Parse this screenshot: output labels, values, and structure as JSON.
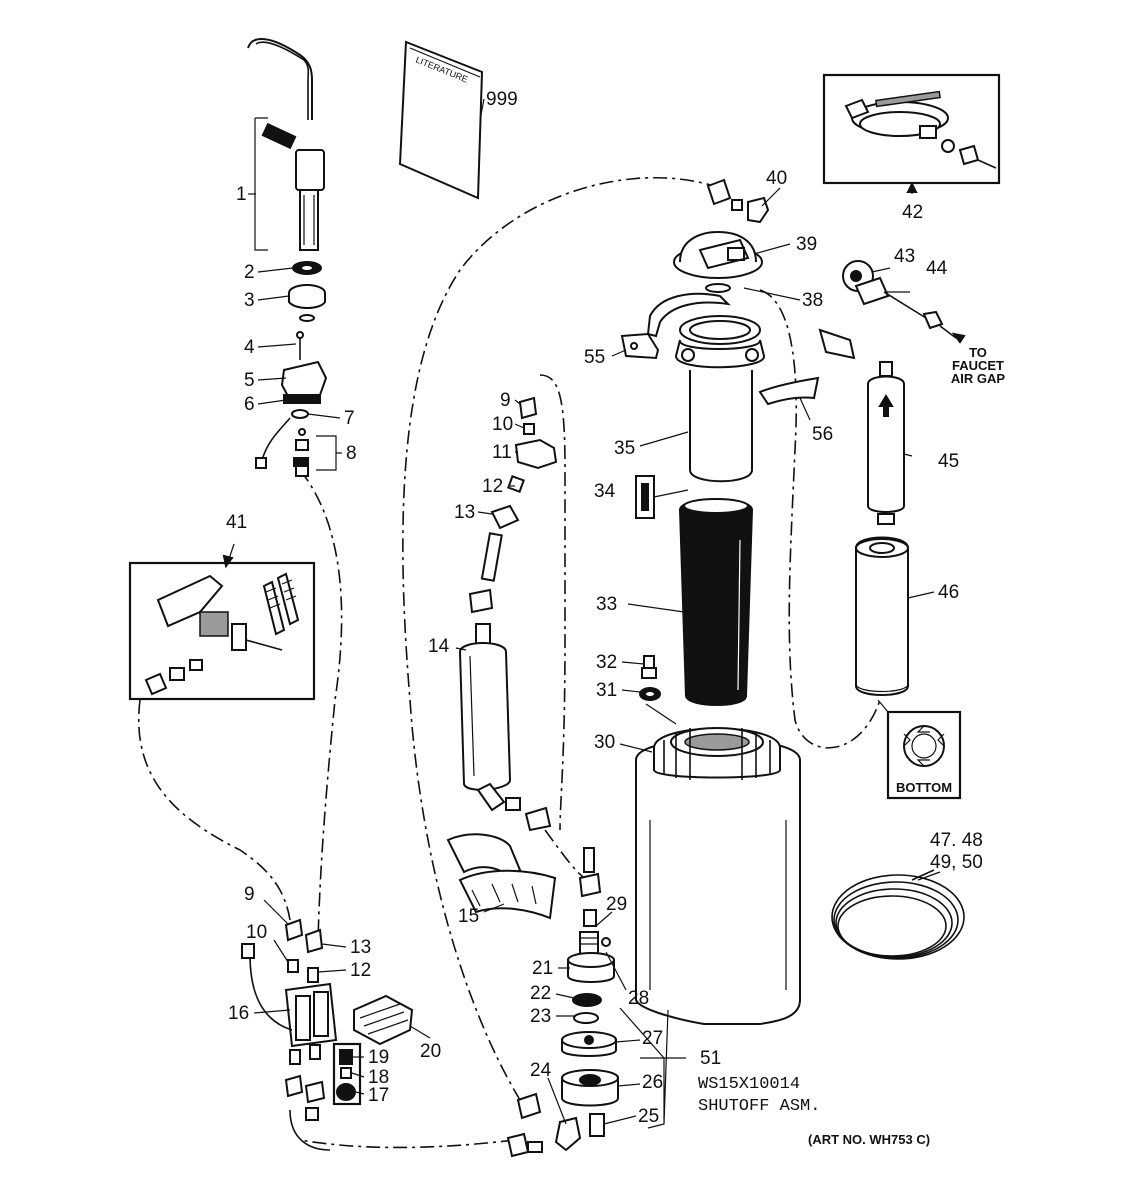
{
  "diagram": {
    "literature_text": "LITERATURE",
    "to_faucet_air_gap": [
      "TO",
      "FAUCET",
      "AIR GAP"
    ],
    "bottom_label": "BOTTOM",
    "assembly_number": "51",
    "assembly_part_no": "WS15X10014",
    "assembly_name": "SHUTOFF ASM.",
    "art_number": "(ART NO. WH753 C)",
    "callouts": {
      "c1": "1",
      "c2": "2",
      "c3": "3",
      "c4": "4",
      "c5": "5",
      "c6": "6",
      "c7": "7",
      "c8": "8",
      "c9a": "9",
      "c10a": "10",
      "c11": "11",
      "c12a": "12",
      "c13a": "13",
      "c14": "14",
      "c15": "15",
      "c16": "16",
      "c17": "17",
      "c18": "18",
      "c19": "19",
      "c20": "20",
      "c21": "21",
      "c22": "22",
      "c23": "23",
      "c24": "24",
      "c25": "25",
      "c26": "26",
      "c27": "27",
      "c28": "28",
      "c29": "29",
      "c30": "30",
      "c31": "31",
      "c32": "32",
      "c33": "33",
      "c34": "34",
      "c35": "35",
      "c38": "38",
      "c39": "39",
      "c40": "40",
      "c41": "41",
      "c42": "42",
      "c43": "43",
      "c44": "44",
      "c45": "45",
      "c46": "46",
      "c9b": "9",
      "c10b": "10",
      "c12b": "12",
      "c13b": "13",
      "c55": "55",
      "c56": "56",
      "c999": "999",
      "c4748": "47. 48",
      "c4950": "49, 50"
    }
  }
}
